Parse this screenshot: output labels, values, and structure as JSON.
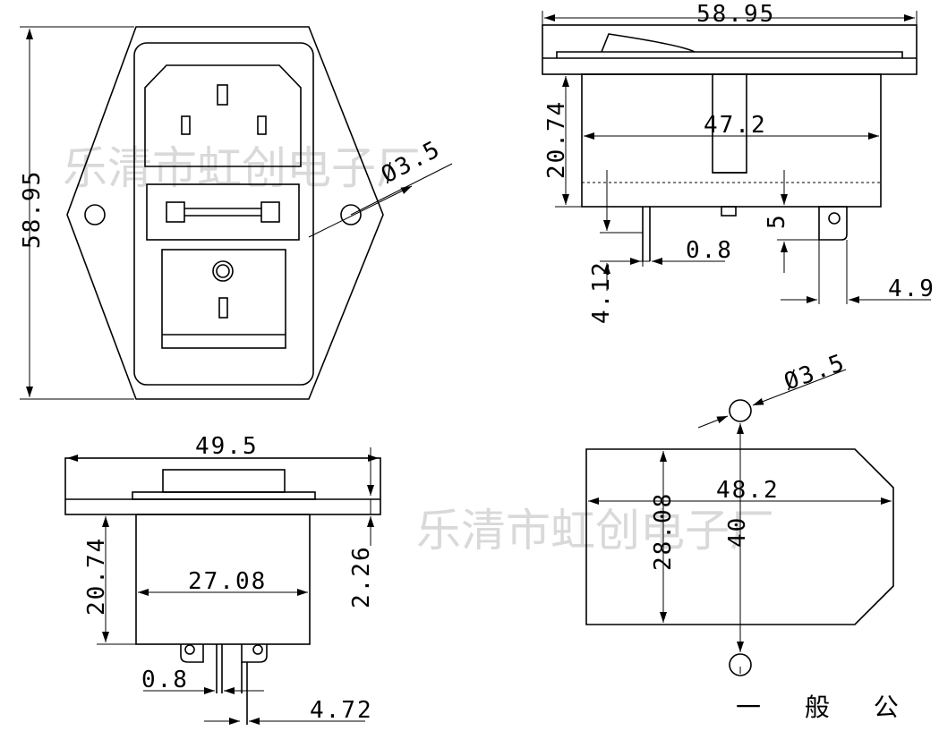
{
  "watermark": "乐清市虹创电子厂",
  "front_view": {
    "height": "58.95",
    "hole_diameter": "Ø3.5"
  },
  "side_view": {
    "width": "58.95",
    "body_height": "20.74",
    "body_width": "47.2",
    "pin_depth": "4.12",
    "pin_thickness": "0.8",
    "terminal_height": "5",
    "terminal_width": "4.9"
  },
  "bottom_view": {
    "width": "49.5",
    "body_height": "20.74",
    "body_width": "27.08",
    "flange_thickness": "2.26",
    "pin_thickness": "0.8",
    "pin_spacing": "4.72"
  },
  "cutout_view": {
    "hole_diameter": "Ø3.5",
    "width": "48.2",
    "height": "28.08",
    "hole_spacing": "40"
  },
  "tolerance_label": "一 般 公 差"
}
